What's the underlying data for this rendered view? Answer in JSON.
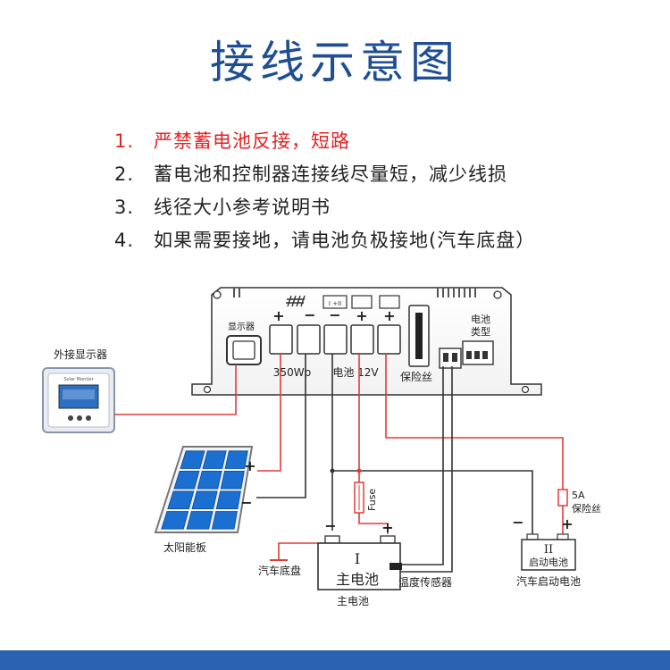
{
  "title": "接线示意图",
  "notes": [
    {
      "num": "1.",
      "text": "严禁蓄电池反接，短路",
      "warning": true
    },
    {
      "num": "2.",
      "text": "蓄电池和控制器连接线尽量短，减少线损",
      "warning": false
    },
    {
      "num": "3.",
      "text": "线径大小参考说明书",
      "warning": false
    },
    {
      "num": "4.",
      "text": "如果需要接地，请电池负极接地(汽车底盘）",
      "warning": false
    }
  ],
  "diagram": {
    "external_display_label": "外接显示器",
    "display_screen_title": "Solar Monitor",
    "display_port_label": "显示器",
    "terminal_plus": "+",
    "terminal_minus": "−",
    "battery_type_label_line1": "电池",
    "battery_type_label_line2": "类型",
    "pv_spec_label": "350Wp",
    "battery_spec_label": "电池 12V",
    "fuse_box_label": "保险丝",
    "solar_panel_label": "太阳能板",
    "chassis_ground_label": "汽车底盘",
    "main_battery_roman": "I",
    "main_battery_inner_label": "主电池",
    "main_battery_caption": "主电池",
    "temperature_sensor_label": "温度传感器",
    "inline_fuse_label": "Fuse",
    "starter_fuse_rating": "5A",
    "starter_fuse_label": "保险丝",
    "starter_battery_roman": "II",
    "starter_battery_inner_label": "启动电池",
    "starter_battery_caption": "汽车启动电池",
    "icon_label_battery": "I +II",
    "colors": {
      "title": "#1f4e92",
      "warning_text": "#e32222",
      "positive_wire": "#e33a3a",
      "negative_wire": "#333333",
      "solar_cell": "#1a6fd0",
      "bottom_bar": "#2b63b2"
    }
  }
}
